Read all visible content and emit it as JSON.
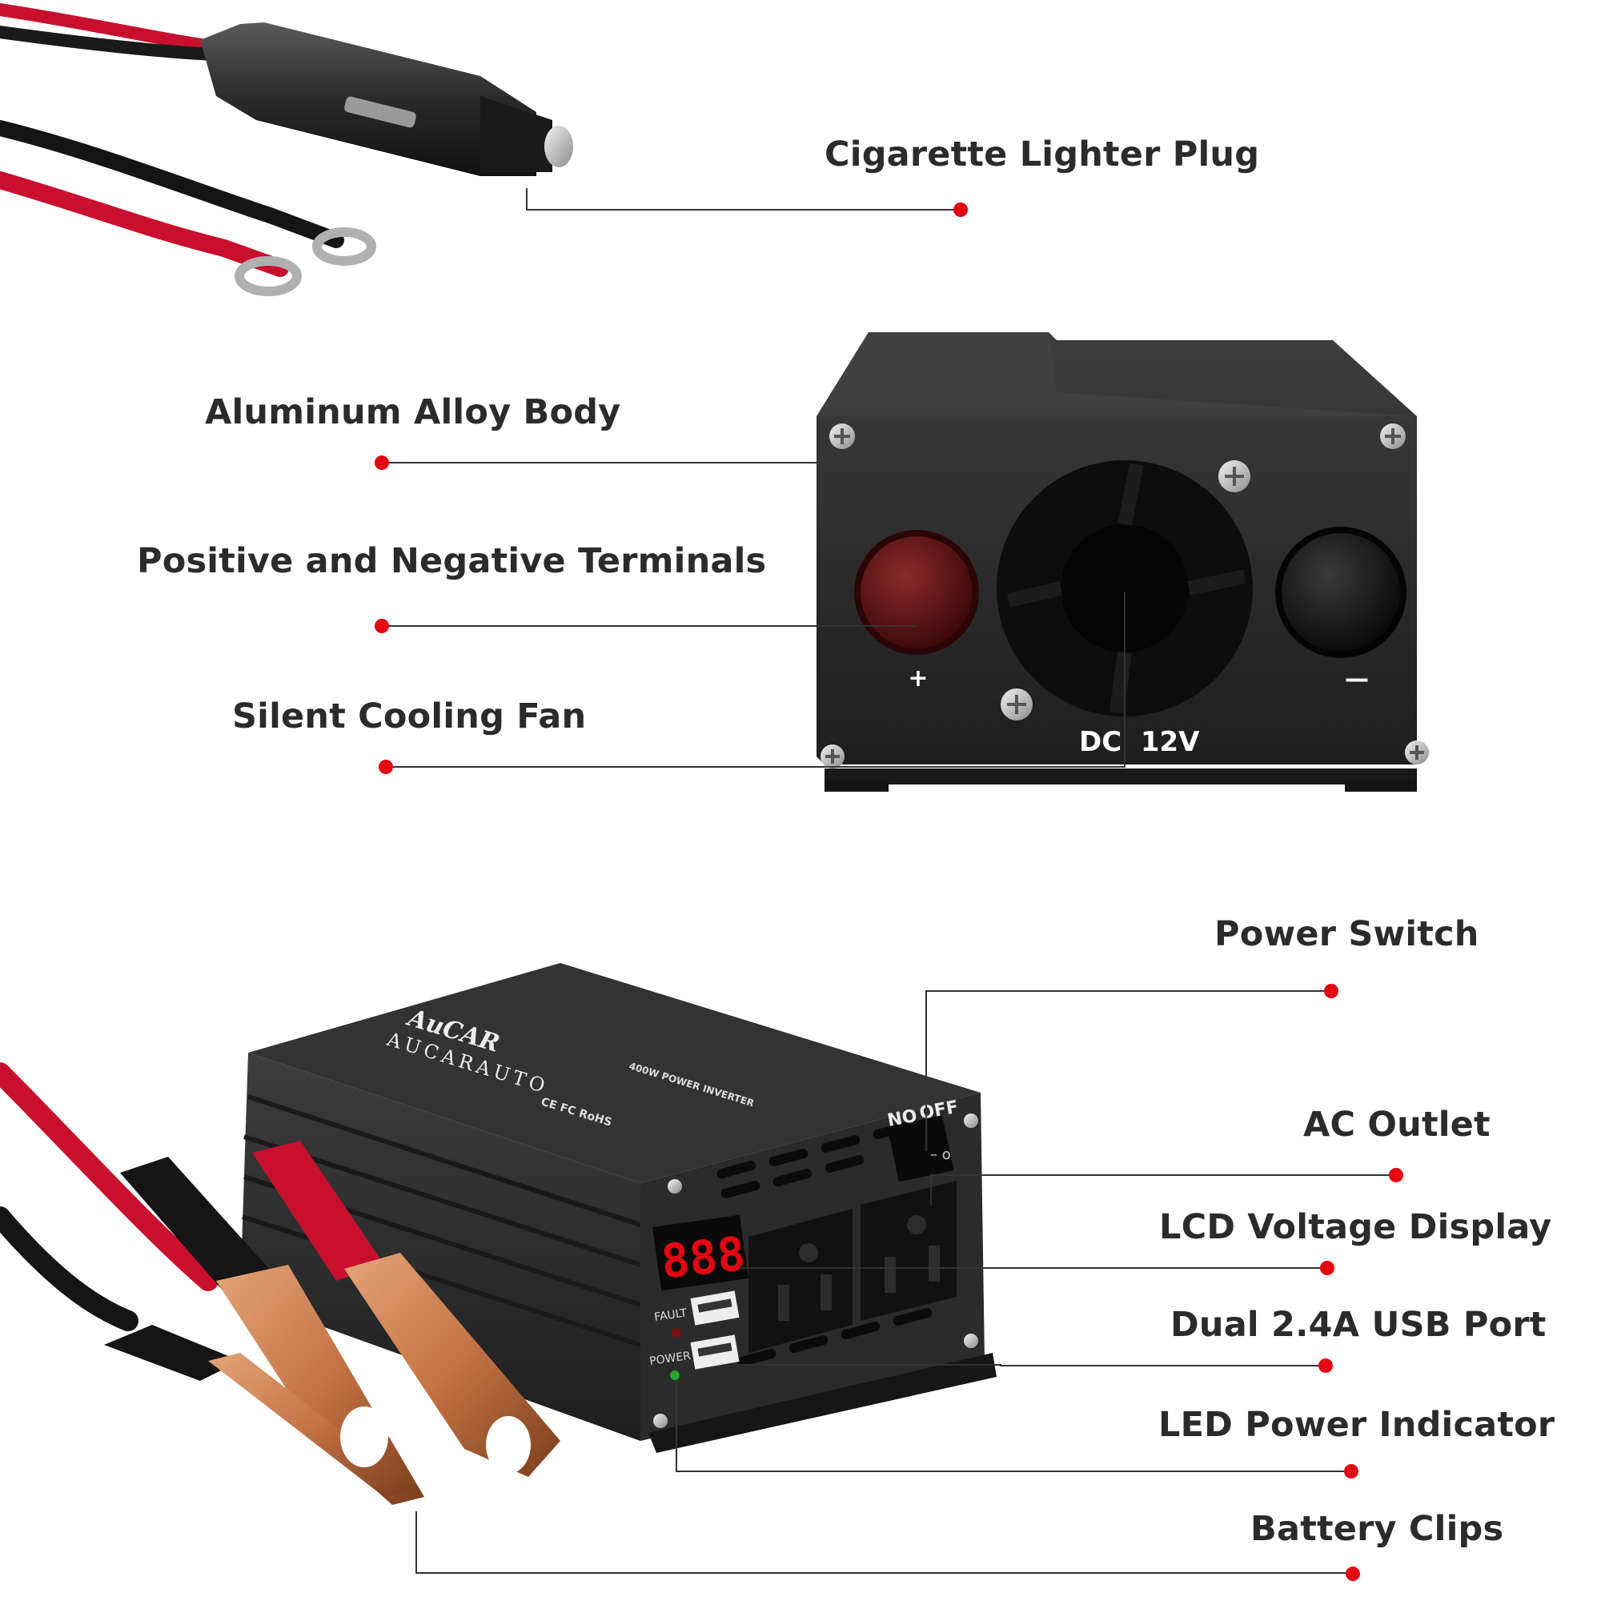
{
  "callouts": {
    "cigarette_lighter_plug": "Cigarette Lighter Plug",
    "aluminum_alloy_body": "Aluminum Alloy Body",
    "terminals": "Positive and Negative Terminals",
    "cooling_fan": "Silent Cooling Fan",
    "power_switch": "Power Switch",
    "ac_outlet": "AC Outlet",
    "lcd_display": "LCD Voltage Display",
    "usb_port": "Dual 2.4A USB Port",
    "led_indicator": "LED Power Indicator",
    "battery_clips": "Battery Clips"
  },
  "device": {
    "dc_label": "DC  12V",
    "plus_sign": "+",
    "minus_sign": "—",
    "brand_script": "AuCAR",
    "brand_name": "AUCARAUTO",
    "model_title": "400W POWER INVERTER",
    "certifications": "CE FC RoHS",
    "switch_label_on": "NO",
    "switch_label_off": "OFF",
    "display_digits": "888",
    "fault_label": "FAULT",
    "power_label": "POWER"
  },
  "colors": {
    "accent_dot": "#e30613",
    "leader_line": "#333333",
    "body_dark": "#2e2e2e",
    "cable_red": "#c8102e",
    "clip_copper": "#c9794a"
  }
}
